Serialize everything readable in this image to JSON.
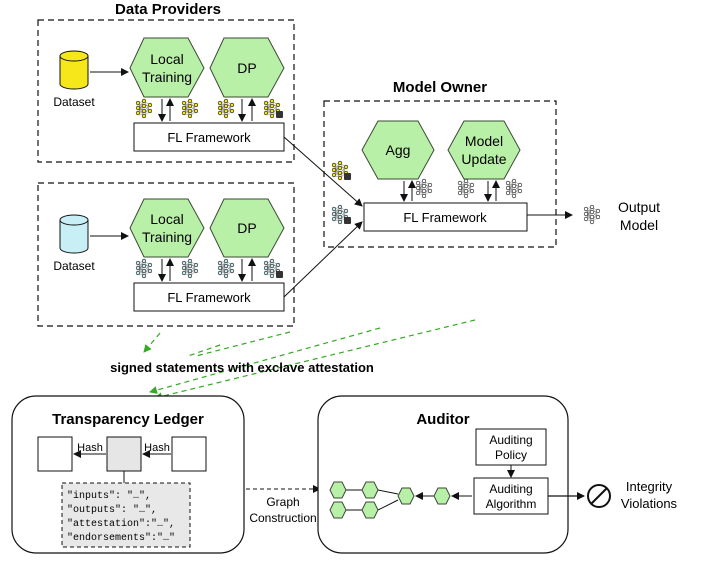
{
  "data_providers": {
    "title": "Data Providers",
    "provider_1": {
      "dataset_label": "Dataset",
      "local_training_line1": "Local",
      "local_training_line2": "Training",
      "dp_label": "DP",
      "framework_label": "FL Framework",
      "dataset_color": "#f5e71a"
    },
    "provider_2": {
      "dataset_label": "Dataset",
      "local_training_line1": "Local",
      "local_training_line2": "Training",
      "dp_label": "DP",
      "framework_label": "FL Framework",
      "dataset_color": "#c8eef6"
    }
  },
  "model_owner": {
    "title": "Model Owner",
    "agg_label": "Agg",
    "update_line1": "Model",
    "update_line2": "Update",
    "framework_label": "FL Framework",
    "output_line1": "Output",
    "output_line2": "Model"
  },
  "attestation_label": "signed statements with exclave attestation",
  "transparency_ledger": {
    "title": "Transparency Ledger",
    "hash_left": "Hash",
    "hash_right": "Hash",
    "statement_lines": [
      "\"inputs\": \"…\",",
      "\"outputs\": \"…\",",
      "\"attestation\":\"…\",",
      "\"endorsements\":\"…\""
    ]
  },
  "graph_construction_line1": "Graph",
  "graph_construction_line2": "Construction",
  "auditor": {
    "title": "Auditor",
    "policy_line1": "Auditing",
    "policy_line2": "Policy",
    "algorithm_line1": "Auditing",
    "algorithm_line2": "Algorithm",
    "violations_line1": "Integrity",
    "violations_line2": "Violations"
  },
  "colors": {
    "hexagon_fill": "#b9f0a8",
    "hexagon_stroke": "#3a4a35",
    "attestation_arrow": "#33aa22",
    "ledger_block_fill": "#e6e6e6",
    "statement_box_fill": "#e8e8e8"
  }
}
